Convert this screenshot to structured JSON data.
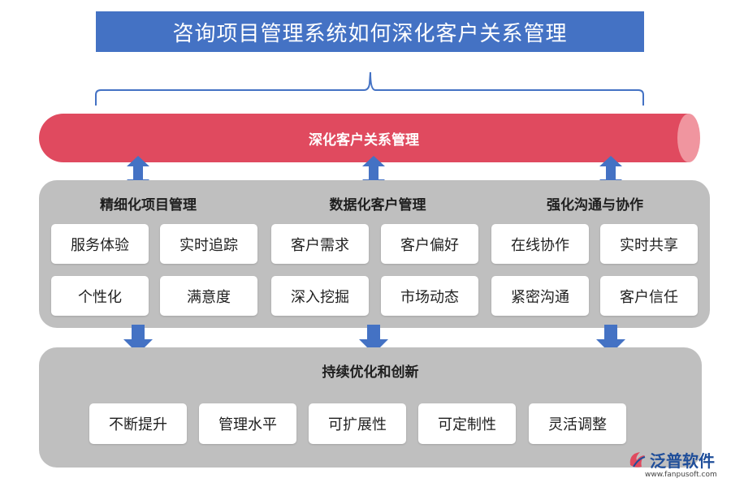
{
  "title": "咨询项目管理系统如何深化客户关系管理",
  "core": "深化客户关系管理",
  "sections": [
    {
      "title": "精细化项目管理",
      "items": [
        "服务体验",
        "实时追踪",
        "个性化",
        "满意度"
      ]
    },
    {
      "title": "数据化客户管理",
      "items": [
        "客户需求",
        "客户偏好",
        "深入挖掘",
        "市场动态"
      ]
    },
    {
      "title": "强化沟通与协作",
      "items": [
        "在线协作",
        "实时共享",
        "紧密沟通",
        "客户信任"
      ]
    }
  ],
  "bottom": {
    "title": "持续优化和创新",
    "items": [
      "不断提升",
      "管理水平",
      "可扩展性",
      "可定制性",
      "灵活调整"
    ]
  },
  "brand": {
    "name": "泛普软件",
    "url": "www.fanpusoft.com"
  },
  "colors": {
    "title_bg": "#4472c4",
    "tube": "#e04a5f",
    "panel": "#bfbfbf",
    "arrow": "#4472c4"
  }
}
